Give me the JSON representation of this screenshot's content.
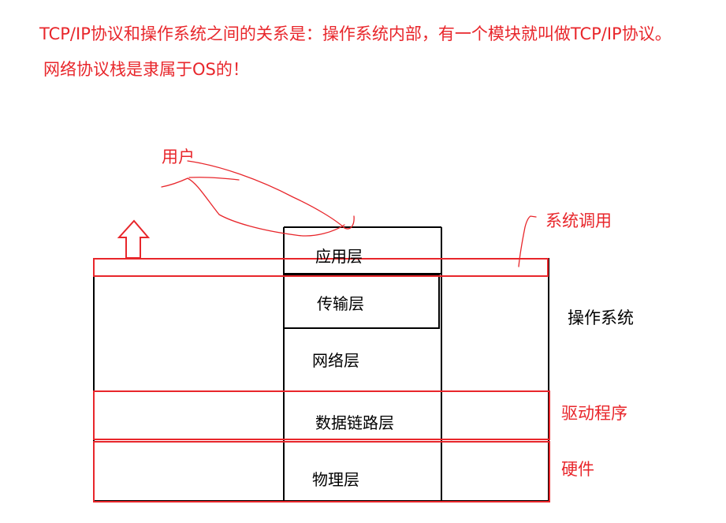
{
  "heading": {
    "line1": "TCP/IP协议和操作系统之间的关系是：操作系统内部，有一个模块就叫做TCP/IP协议。",
    "line2": "网络协议栈是隶属于OS的！"
  },
  "diagram": {
    "user_label": "用户",
    "syscall_label": "系统调用",
    "os_label": "操作系统",
    "driver_label": "驱动程序",
    "hardware_label": "硬件",
    "layers": {
      "application": "应用层",
      "transport": "传输层",
      "network": "网络层",
      "datalink": "数据链路层",
      "physical": "物理层"
    }
  },
  "colors": {
    "annotation": "#e8262b",
    "lines": "#000000"
  }
}
